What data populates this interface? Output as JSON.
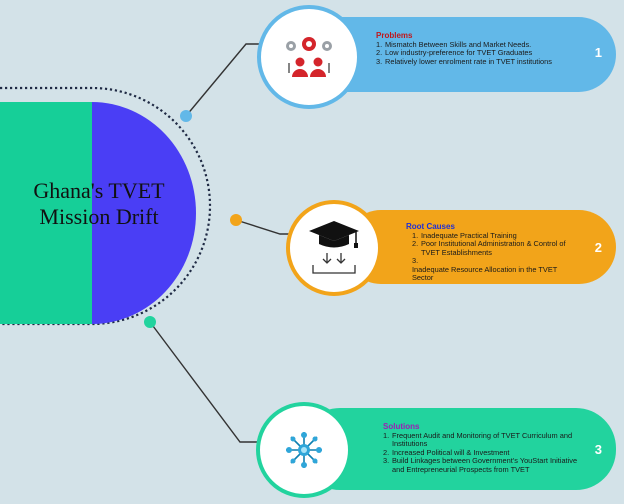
{
  "hub": {
    "title": "Ghana's TVET Mission Drift",
    "colors": {
      "left": "#16cf98",
      "right": "#4a3ef5",
      "ring": "#1f2a44"
    }
  },
  "branches": [
    {
      "title": "Problems",
      "title_color": "#c0161a",
      "number": "1",
      "color": "#62b8e8",
      "icon": "team-gears-icon",
      "items": [
        {
          "n": "1.",
          "text": "Mismatch Between Skills and Market Needs."
        },
        {
          "n": "2.",
          "text": "Low industry-preference for TVET Graduates"
        },
        {
          "n": "3.",
          "text": "Relatively lower enrolment rate in TVET institutions"
        }
      ]
    },
    {
      "title": "Root Causes",
      "title_color": "#1f2fd6",
      "number": "2",
      "color": "#f2a41a",
      "icon": "graduation-cap-icon",
      "items": [
        {
          "n": "1.",
          "text": "Inadequate Practical Training"
        },
        {
          "n": "2.",
          "text": "Poor Institutional Administration & Control of TVET Establishments"
        },
        {
          "n": "3.",
          "text": "Inadequate Resource Allocation in the TVET Sector"
        }
      ]
    },
    {
      "title": "Solutions",
      "title_color": "#9b1fb5",
      "number": "3",
      "color": "#22d39e",
      "icon": "network-star-icon",
      "items": [
        {
          "n": "1.",
          "text": "Frequent Audit and Monitoring of TVET Curriculum and Institutions"
        },
        {
          "n": "2.",
          "text": "Increased Political will & Investment"
        },
        {
          "n": "3.",
          "text": "Build Linkages between Government's YouStart Initiative and Entrepreneurial Prospects from TVET"
        }
      ]
    }
  ]
}
